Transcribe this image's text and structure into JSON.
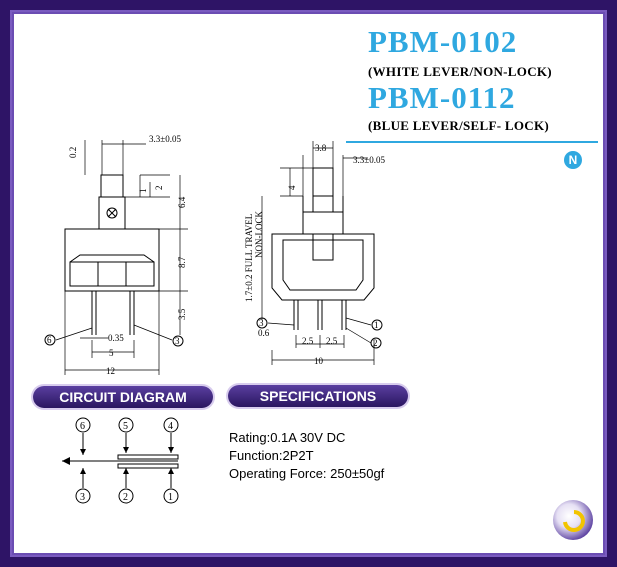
{
  "header": {
    "model_1": "PBM-0102",
    "subtitle_1": "(WHITE  LEVER/NON-LOCK)",
    "model_2": "PBM-0112",
    "subtitle_2": "(BLUE  LEVER/SELF- LOCK)",
    "badge": "N"
  },
  "left_drawing": {
    "dim_top": "3.3±0.05",
    "dim_02": "0.2",
    "dim_1": "1",
    "dim_2": "2",
    "dim_64": "6.4",
    "dim_87": "8.7",
    "dim_35": "3.5",
    "dim_035": "0.35",
    "dim_5": "5",
    "dim_12": "12",
    "pin_left": "6",
    "pin_right": "3"
  },
  "right_drawing": {
    "dim_38": "3.8",
    "dim_33": "3.3±0.05",
    "dim_4": "4",
    "travel": "1.7±0.2  FULL TRAVEL",
    "travel_2": "NON-LOCK",
    "dim_06": "0.6",
    "dim_25a": "2.5",
    "dim_25b": "2.5",
    "dim_10": "10",
    "pin_1": "1",
    "pin_2": "2",
    "pin_3": "3"
  },
  "circuit": {
    "title": "CIRCUIT DIAGRAM",
    "top_pins": [
      "6",
      "5",
      "4"
    ],
    "bottom_pins": [
      "3",
      "2",
      "1"
    ]
  },
  "specifications": {
    "title": "SPECIFICATIONS",
    "rating": "Rating:0.1A 30V DC",
    "function": "Function:2P2T",
    "force": "Operating Force: 250±50gf"
  },
  "colors": {
    "frame": "#2e1466",
    "accent": "#2fa8e0",
    "pill": "#3d2680"
  }
}
